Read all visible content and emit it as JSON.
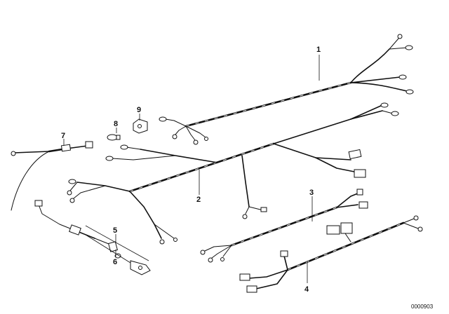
{
  "diagram": {
    "callouts": {
      "p1": "1",
      "p2": "2",
      "p3": "3",
      "p4": "4",
      "p5": "5",
      "p6": "6",
      "p7": "7",
      "p8": "8",
      "p9": "9"
    },
    "document_number": "0000903"
  }
}
